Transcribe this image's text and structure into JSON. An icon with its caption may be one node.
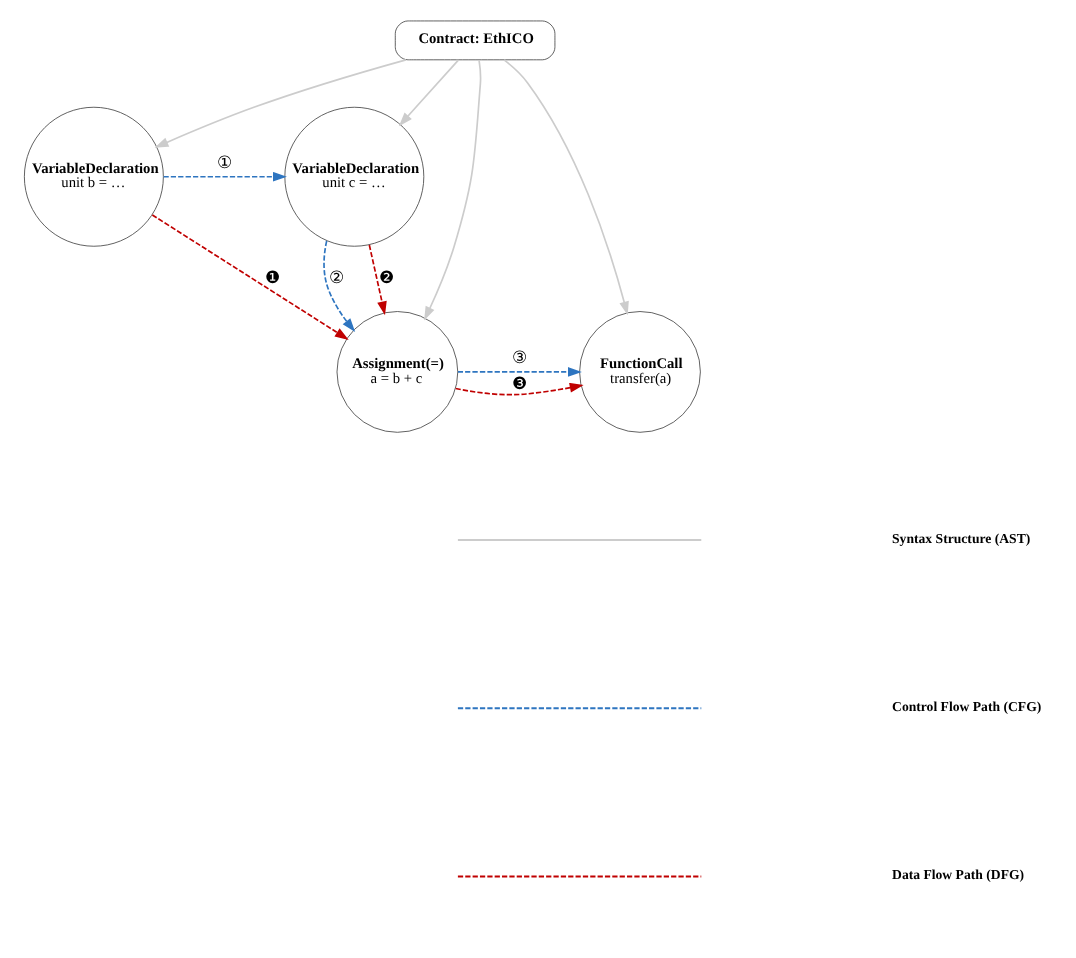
{
  "diagram": {
    "nodes": [
      {
        "text": [
          "Contract: EthICO"
        ]
      },
      {
        "text": [
          "VariableDeclaration",
          "unit b = …"
        ]
      },
      {
        "text": [
          "VariableDeclaration",
          "unit c = …"
        ]
      },
      {
        "text": [
          "Assignment(=)",
          "a = b + c"
        ]
      },
      {
        "text": [
          "FunctionCall",
          "transfer(a)"
        ]
      }
    ],
    "edges": [
      {
        "from": 0,
        "to": 1,
        "arrow": "to"
      },
      {
        "from": 0,
        "to": 2,
        "arrow": "to"
      },
      {
        "from": 0,
        "to": 3,
        "arrow": "to"
      },
      {
        "from": 0,
        "to": 4,
        "arrow": "to"
      },
      {
        "from": 1,
        "to": 2,
        "arrow": "to",
        "label": "①",
        "style": "dashed",
        "color": "#2e75c0"
      },
      {
        "from": 1,
        "to": 3,
        "arrow": "to",
        "label": "❶",
        "style": "dashed",
        "color": "#c00000"
      },
      {
        "from": 2,
        "to": 3,
        "arrow": "to",
        "label": "②",
        "style": "dashed",
        "color": "#2e75c0"
      },
      {
        "from": 2,
        "to": 3,
        "arrow": "to",
        "label": "❷",
        "style": "dashed",
        "color": "#c00000"
      },
      {
        "from": 3,
        "to": 4,
        "arrow": "to",
        "label": "③",
        "style": "dashed",
        "color": "#2e75c0"
      },
      {
        "from": 3,
        "to": 4,
        "arrow": "to",
        "label": "❸",
        "style": "dashed",
        "color": "#c00000"
      }
    ],
    "legend": [
      {
        "text": "Syntax Structure (AST)"
      },
      {
        "text": "Control Flow Path (CFG)"
      },
      {
        "text": "Data Flow Path (DFG)"
      }
    ]
  }
}
